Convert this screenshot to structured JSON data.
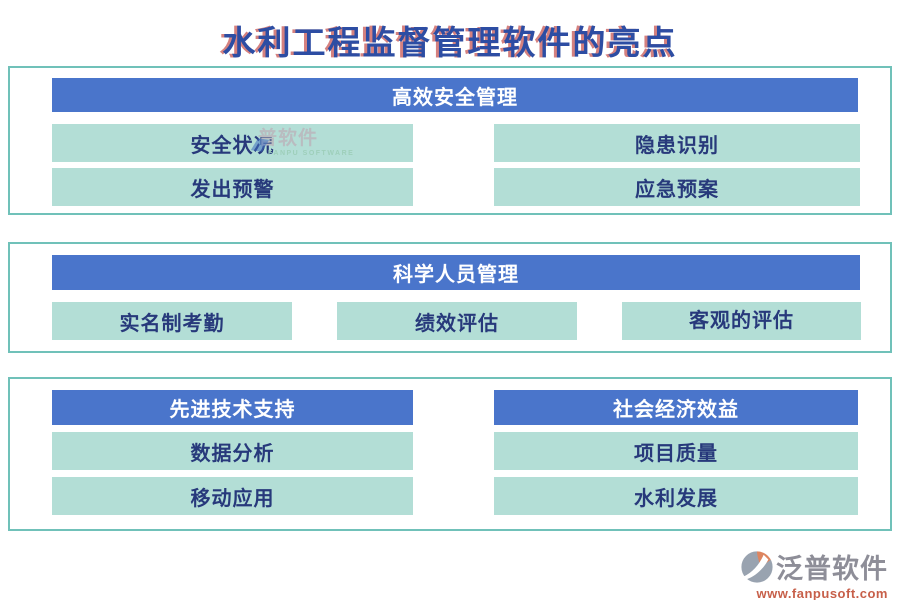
{
  "title": "水利工程监督管理软件的亮点",
  "sections": [
    {
      "header": "高效安全管理",
      "items": [
        "安全状况",
        "隐患识别",
        "发出预警",
        "应急预案"
      ]
    },
    {
      "header": "科学人员管理",
      "items": [
        "实名制考勤",
        "绩效评估",
        "客观的评估"
      ]
    },
    {
      "columns": [
        {
          "header": "先进技术支持",
          "items": [
            "数据分析",
            "移动应用"
          ]
        },
        {
          "header": "社会经济效益",
          "items": [
            "项目质量",
            "水利发展"
          ]
        }
      ]
    }
  ],
  "watermark": {
    "text": "普软件",
    "subtext": "FANPU SOFTWARE"
  },
  "footer": {
    "brand": "泛普软件",
    "url": "www.fanpusoft.com"
  },
  "colors": {
    "header_blue": "#4a75cb",
    "cell_green": "#b3ded6",
    "section_border_teal": "#70c1b9",
    "title_blue": "#2d4da3",
    "title_shadow_red": "#be3e3a",
    "cell_text_navy": "#27397b",
    "footer_gray": "#8e8e98",
    "footer_orange": "#c75f49"
  }
}
